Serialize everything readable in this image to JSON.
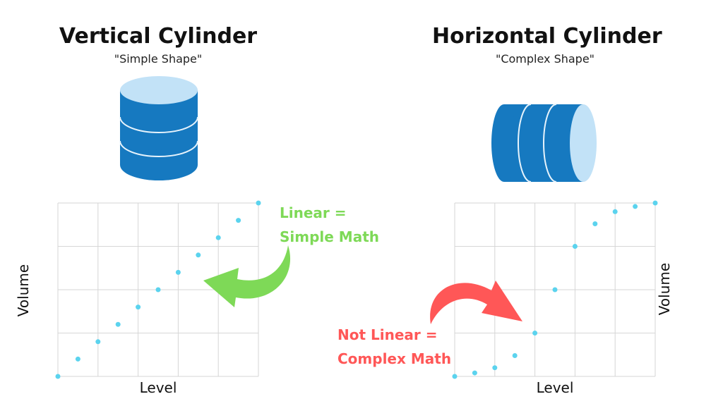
{
  "colors": {
    "cylinder_body": "#1679c0",
    "cylinder_top": "#c2e2f7",
    "cylinder_stripe": "#e6f3fc",
    "point": "#5bd3ee",
    "grid": "#d6d6d6",
    "green": "#7ed957",
    "red": "#ff5757",
    "text": "#111111"
  },
  "left": {
    "title": "Vertical Cylinder",
    "subtitle": "\"Simple Shape\"",
    "icon": "vertical-cylinder-icon",
    "callout_line1": "Linear =",
    "callout_line2": "Simple Math"
  },
  "right": {
    "title": "Horizontal Cylinder",
    "subtitle": "\"Complex Shape\"",
    "icon": "horizontal-cylinder-icon",
    "callout_line1": "Not Linear =",
    "callout_line2": "Complex Math"
  },
  "chart_data": [
    {
      "type": "scatter",
      "title": "",
      "xlabel": "Level",
      "ylabel": "Volume",
      "ylabel_side": "left",
      "x": [
        0,
        1,
        2,
        3,
        4,
        5,
        6,
        7,
        8,
        9,
        10
      ],
      "y": [
        0,
        0.1,
        0.2,
        0.3,
        0.4,
        0.5,
        0.6,
        0.7,
        0.8,
        0.9,
        1.0
      ],
      "xlim": [
        0,
        10
      ],
      "ylim": [
        0,
        1
      ],
      "grid": true,
      "grid_cols": 5,
      "grid_rows": 4
    },
    {
      "type": "scatter",
      "title": "",
      "xlabel": "Level",
      "ylabel": "Volume",
      "ylabel_side": "right",
      "x": [
        0,
        1,
        2,
        3,
        4,
        5,
        6,
        7,
        8,
        9,
        10
      ],
      "y": [
        0,
        0.02,
        0.05,
        0.12,
        0.25,
        0.5,
        0.75,
        0.88,
        0.95,
        0.98,
        1.0
      ],
      "xlim": [
        0,
        10
      ],
      "ylim": [
        0,
        1
      ],
      "grid": true,
      "grid_cols": 5,
      "grid_rows": 4
    }
  ]
}
